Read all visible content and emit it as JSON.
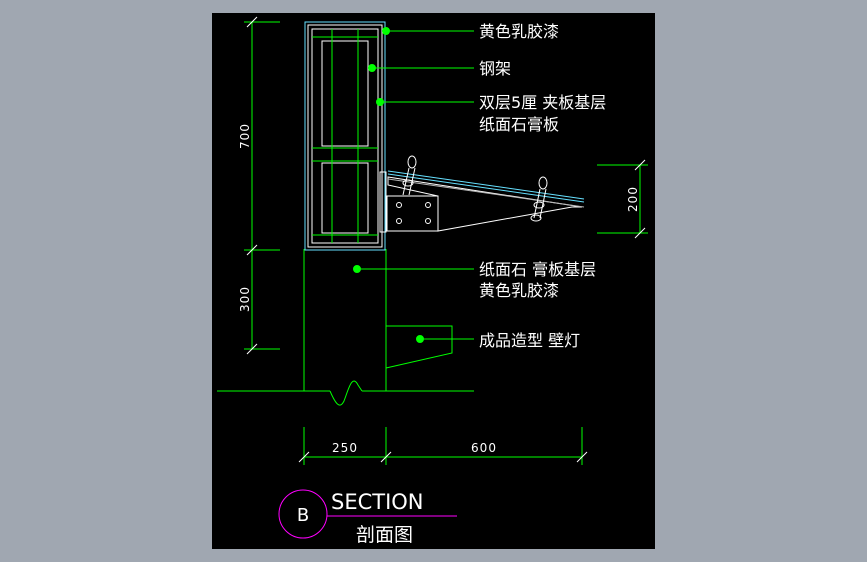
{
  "drawing": {
    "background": "#000000",
    "viewport_background": "#a0a7b1",
    "colors": {
      "green": "#00ff00",
      "white": "#ffffff",
      "cyan": "#66e0ff",
      "magenta": "#ff00ff",
      "gray": "#b4b4b4"
    }
  },
  "dimensions": {
    "height_700": "700",
    "height_300": "300",
    "height_200": "200",
    "width_250": "250",
    "width_600": "600"
  },
  "notes": {
    "yellow_latex_paint": "黄色乳胶漆",
    "steel_frame": "钢架",
    "double_layer_board_line1": "双层5厘 夹板基层",
    "double_layer_board_line2": "纸面石膏板",
    "gypsum_base_line1": "纸面石 膏板基层",
    "gypsum_base_line2": "黄色乳胶漆",
    "wall_lamp": "成品造型 壁灯"
  },
  "title_block": {
    "marker_letter": "B",
    "title": "SECTION",
    "subtitle": "剖面图"
  }
}
